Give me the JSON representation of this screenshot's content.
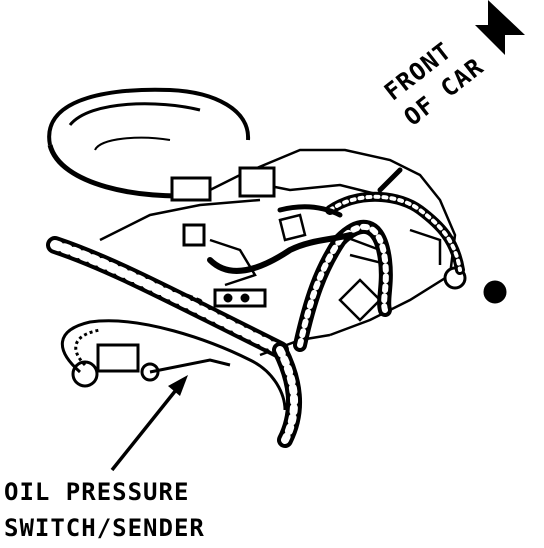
{
  "labels": {
    "oil_line_1": "OIL PRESSURE",
    "oil_line_2": "SWITCH/SENDER",
    "front_line_1": "FRONT",
    "front_line_2": "OF CAR"
  },
  "icons": {
    "direction_arrow": "arrow-up-right-icon",
    "pointer_arrow": "arrow-pointer-icon"
  },
  "colors": {
    "ink": "#000000",
    "paper": "#ffffff"
  }
}
